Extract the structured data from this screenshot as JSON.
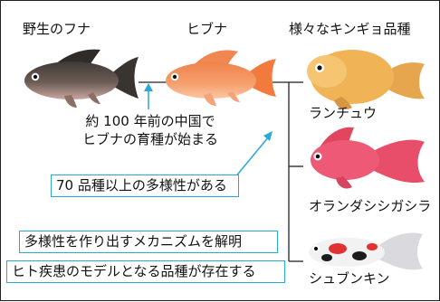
{
  "titles": {
    "wild": "野生のフナ",
    "hibuna": "ヒブナ",
    "varieties": "様々なキンギョ品種"
  },
  "note": {
    "line1": "約 100 年前の中国で",
    "line2": "ヒブナの育種が始まる"
  },
  "boxes": {
    "diversity": "70 品種以上の多様性がある",
    "mechanism": "多様性を作り出すメカニズムを解明",
    "disease": "ヒト疾患のモデルとなる品種が存在する"
  },
  "varieties": [
    {
      "name": "ランチュウ"
    },
    {
      "name": "オランダシシガシラ"
    },
    {
      "name": "シュブンキン"
    }
  ],
  "colors": {
    "arrow": "#29a9d6",
    "line": "#222222"
  }
}
